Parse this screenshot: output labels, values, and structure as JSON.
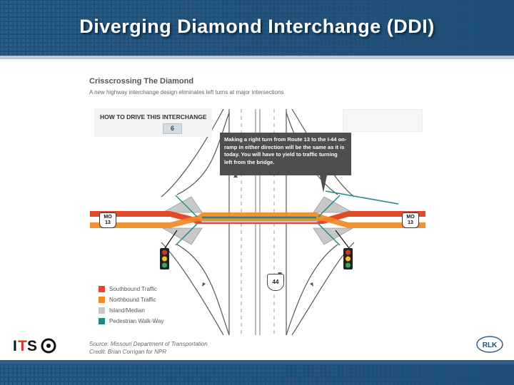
{
  "slide": {
    "title": "Diverging Diamond Interchange (DDI)"
  },
  "figure": {
    "title": "Crisscrossing The Diamond",
    "subtitle": "A new highway interchange design eliminates left turns at major intersections",
    "howto_label": "HOW TO DRIVE THIS INTERCHANGE",
    "step_number": "6",
    "callout_text": "Making a right turn from Route 13 to the I-44 on-ramp in either direction will be the same as it is today. You will have to yield to traffic turning left from the bridge.",
    "route_shield_left": {
      "top": "MO",
      "bottom": "13"
    },
    "route_shield_right": {
      "top": "MO",
      "bottom": "13"
    },
    "interstate_number": "44",
    "source_line_1": "Source: Missouri Department of Transportation",
    "source_line_2": "Credit: Brian Corrigan for NPR"
  },
  "legend": {
    "items": [
      {
        "label": "Southbound Traffic",
        "color": "#e04a2a"
      },
      {
        "label": "Northbound Traffic",
        "color": "#ef8a24"
      },
      {
        "label": "Island/Median",
        "color": "#c8c8c8"
      },
      {
        "label": "Pedestrian Walk-Way",
        "color": "#1f8a85"
      }
    ]
  },
  "colors": {
    "header_blue": "#1f4f76",
    "southbound": "#e04a2a",
    "northbound": "#ef8a24",
    "median": "#c8c8c8",
    "walkway": "#1f8a85",
    "callout_bg": "#4e4e4e"
  },
  "logos": {
    "left": "ITSO",
    "right": "RLK"
  }
}
